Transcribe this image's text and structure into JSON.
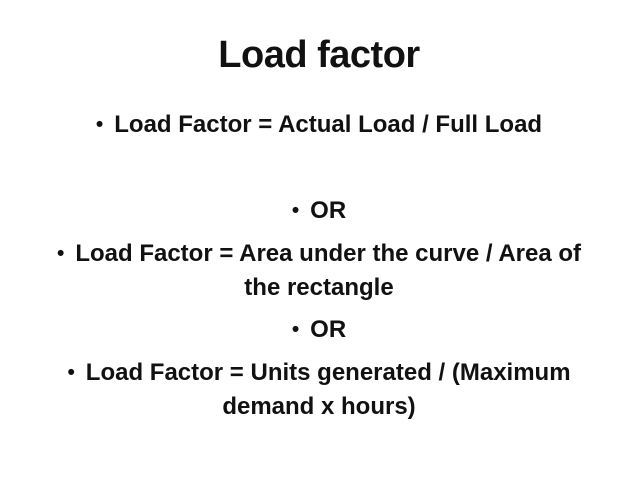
{
  "slide": {
    "title": "Load factor",
    "bullet_glyph": "•",
    "bullets": [
      {
        "lines": [
          "Load Factor = Actual Load / Full Load"
        ]
      },
      {
        "lines": [
          "OR"
        ]
      },
      {
        "lines": [
          "Load Factor = Area under the curve / Area of",
          "the rectangle"
        ]
      },
      {
        "lines": [
          "OR"
        ]
      },
      {
        "lines": [
          "Load Factor = Units generated / (Maximum",
          "demand x hours)"
        ]
      }
    ],
    "colors": {
      "background": "#ffffff",
      "text": "#111111"
    }
  }
}
